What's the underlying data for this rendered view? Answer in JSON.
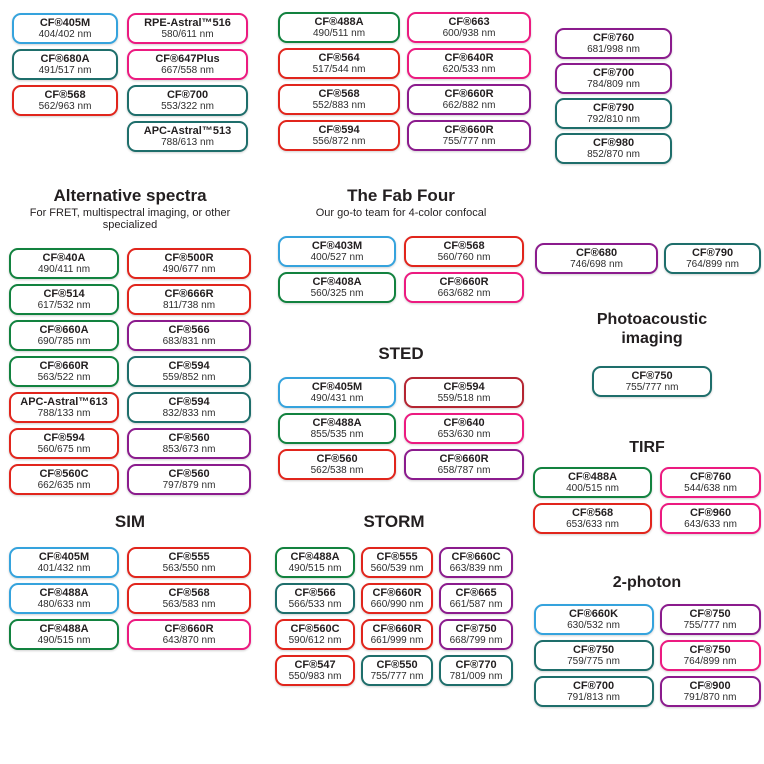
{
  "colors": {
    "blue": "#35a3dd",
    "green": "#12823f",
    "teal": "#1e6e6b",
    "red": "#e1251c",
    "darkred": "#b52532",
    "pink": "#ec1a80",
    "purple": "#8b1b8d"
  },
  "top": {
    "left": {
      "col1": [
        {
          "name": "CF®405M",
          "value": "404/402 nm",
          "color": "blue"
        },
        {
          "name": "CF®680A",
          "value": "491/517 nm",
          "color": "teal"
        },
        {
          "name": "CF®568",
          "value": "562/963 nm",
          "color": "red"
        }
      ],
      "col2": [
        {
          "name": "RPE-Astral™516",
          "value": "580/611 nm",
          "color": "pink"
        },
        {
          "name": "CF®647Plus",
          "value": "667/558 nm",
          "color": "pink"
        },
        {
          "name": "CF®700",
          "value": "553/322 nm",
          "color": "teal"
        },
        {
          "name": "APC-Astral™513",
          "value": "788/613 nm",
          "color": "teal"
        }
      ]
    },
    "middle": {
      "col1": [
        {
          "name": "CF®488A",
          "value": "490/511 nm",
          "color": "green"
        },
        {
          "name": "CF®564",
          "value": "517/544 nm",
          "color": "red"
        },
        {
          "name": "CF®568",
          "value": "552/883 nm",
          "color": "red"
        },
        {
          "name": "CF®594",
          "value": "556/872 nm",
          "color": "red"
        }
      ],
      "col2": [
        {
          "name": "CF®663",
          "value": "600/938 nm",
          "color": "pink"
        },
        {
          "name": "CF®640R",
          "value": "620/533 nm",
          "color": "pink"
        },
        {
          "name": "CF®660R",
          "value": "662/882 nm",
          "color": "purple"
        },
        {
          "name": "CF®660R",
          "value": "755/777 nm",
          "color": "purple"
        }
      ]
    },
    "right": {
      "col": [
        {
          "name": "CF®760",
          "value": "681/998 nm",
          "color": "purple"
        },
        {
          "name": "CF®700",
          "value": "784/809 nm",
          "color": "purple"
        },
        {
          "name": "CF®790",
          "value": "792/810 nm",
          "color": "teal"
        },
        {
          "name": "CF®980",
          "value": "852/870 nm",
          "color": "teal"
        }
      ]
    }
  },
  "sections": {
    "alternative_spectra": {
      "title": "Alternative spectra",
      "subtitle": "For FRET, multispectral imaging, or other specialized",
      "col1": [
        {
          "name": "CF®40A",
          "value": "490/411 nm",
          "color": "green"
        },
        {
          "name": "CF®514",
          "value": "617/532 nm",
          "color": "green"
        },
        {
          "name": "CF®660A",
          "value": "690/785 nm",
          "color": "green"
        },
        {
          "name": "CF®660R",
          "value": "563/522 nm",
          "color": "green"
        },
        {
          "name": "APC-Astral™613",
          "value": "788/133 nm",
          "color": "red"
        },
        {
          "name": "CF®594",
          "value": "560/675 nm",
          "color": "red"
        },
        {
          "name": "CF®560C",
          "value": "662/635 nm",
          "color": "red"
        }
      ],
      "col2": [
        {
          "name": "CF®500R",
          "value": "490/677 nm",
          "color": "red"
        },
        {
          "name": "CF®666R",
          "value": "811/738 nm",
          "color": "red"
        },
        {
          "name": "CF®566",
          "value": "683/831 nm",
          "color": "purple"
        },
        {
          "name": "CF®594",
          "value": "559/852 nm",
          "color": "teal"
        },
        {
          "name": "CF®594",
          "value": "832/833 nm",
          "color": "teal"
        },
        {
          "name": "CF®560",
          "value": "853/673 nm",
          "color": "purple"
        },
        {
          "name": "CF®560",
          "value": "797/879 nm",
          "color": "purple"
        }
      ]
    },
    "fab_four": {
      "title": "The Fab Four",
      "subtitle": "Our go-to team for 4-color confocal",
      "col1": [
        {
          "name": "CF®403M",
          "value": "400/527 nm",
          "color": "blue"
        },
        {
          "name": "CF®408A",
          "value": "560/325 nm",
          "color": "green"
        }
      ],
      "col2": [
        {
          "name": "CF®568",
          "value": "560/760 nm",
          "color": "red"
        },
        {
          "name": "CF®660R",
          "value": "663/682 nm",
          "color": "pink"
        }
      ]
    },
    "sted": {
      "title": "STED",
      "col1": [
        {
          "name": "CF®405M",
          "value": "490/431 nm",
          "color": "blue"
        },
        {
          "name": "CF®488A",
          "value": "855/535 nm",
          "color": "green"
        },
        {
          "name": "CF®560",
          "value": "562/538 nm",
          "color": "red"
        }
      ],
      "col2": [
        {
          "name": "CF®594",
          "value": "559/518 nm",
          "color": "darkred"
        },
        {
          "name": "CF®640",
          "value": "653/630 nm",
          "color": "pink"
        },
        {
          "name": "CF®660R",
          "value": "658/787 nm",
          "color": "purple"
        }
      ]
    },
    "sim": {
      "title": "SIM",
      "col1": [
        {
          "name": "CF®405M",
          "value": "401/432 nm",
          "color": "blue"
        },
        {
          "name": "CF®488A",
          "value": "480/633 nm",
          "color": "blue"
        },
        {
          "name": "CF®488A",
          "value": "490/515 nm",
          "color": "green"
        }
      ],
      "col2": [
        {
          "name": "CF®555",
          "value": "563/550 nm",
          "color": "red"
        },
        {
          "name": "CF®568",
          "value": "563/583 nm",
          "color": "red"
        },
        {
          "name": "CF®660R",
          "value": "643/870 nm",
          "color": "pink"
        }
      ]
    },
    "storm": {
      "title": "STORM",
      "col1": [
        {
          "name": "CF®488A",
          "value": "490/515 nm",
          "color": "green"
        },
        {
          "name": "CF®566",
          "value": "566/533 nm",
          "color": "teal"
        },
        {
          "name": "CF®560C",
          "value": "590/612 nm",
          "color": "red"
        },
        {
          "name": "CF®547",
          "value": "550/983 nm",
          "color": "red"
        }
      ],
      "col2": [
        {
          "name": "CF®555",
          "value": "560/539 nm",
          "color": "red"
        },
        {
          "name": "CF®660R",
          "value": "660/990 nm",
          "color": "red"
        },
        {
          "name": "CF®660R",
          "value": "661/999 nm",
          "color": "red"
        },
        {
          "name": "CF®550",
          "value": "755/777 nm",
          "color": "teal"
        }
      ],
      "col3": [
        {
          "name": "CF®660C",
          "value": "663/839 nm",
          "color": "purple"
        },
        {
          "name": "CF®665",
          "value": "661/587 nm",
          "color": "purple"
        },
        {
          "name": "CF®750",
          "value": "668/799 nm",
          "color": "purple"
        },
        {
          "name": "CF®770",
          "value": "781/009 nm",
          "color": "teal"
        }
      ]
    },
    "highlight_pair": {
      "pills": [
        {
          "name": "CF®680",
          "value": "746/698 nm",
          "color": "purple"
        },
        {
          "name": "CF®790",
          "value": "764/899 nm",
          "color": "teal"
        }
      ]
    },
    "photoacoustic": {
      "title_line1": "Photoacoustic",
      "title_line2": "imaging",
      "pills": [
        {
          "name": "CF®750",
          "value": "755/777 nm",
          "color": "teal"
        }
      ]
    },
    "tirf": {
      "title": "TIRF",
      "col1": [
        {
          "name": "CF®488A",
          "value": "400/515 nm",
          "color": "green"
        },
        {
          "name": "CF®568",
          "value": "653/633 nm",
          "color": "red"
        }
      ],
      "col2": [
        {
          "name": "CF®760",
          "value": "544/638 nm",
          "color": "pink"
        },
        {
          "name": "CF®960",
          "value": "643/633 nm",
          "color": "pink"
        }
      ]
    },
    "two_photon": {
      "title": "2-photon",
      "col1": [
        {
          "name": "CF®660K",
          "value": "630/532 nm",
          "color": "blue"
        },
        {
          "name": "CF®750",
          "value": "759/775 nm",
          "color": "teal"
        },
        {
          "name": "CF®700",
          "value": "791/813 nm",
          "color": "teal"
        }
      ],
      "col2": [
        {
          "name": "CF®750",
          "value": "755/777 nm",
          "color": "purple"
        },
        {
          "name": "CF®750",
          "value": "764/899 nm",
          "color": "pink"
        },
        {
          "name": "CF®900",
          "value": "791/870 nm",
          "color": "purple"
        }
      ]
    }
  }
}
